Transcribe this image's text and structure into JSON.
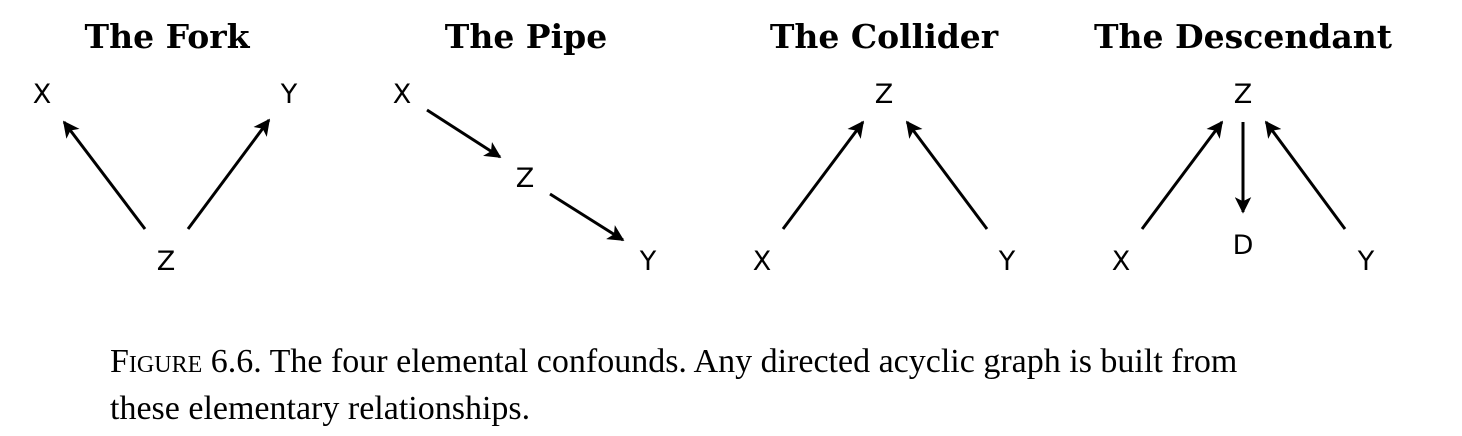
{
  "panels": [
    {
      "title": "The Fork",
      "nodes": {
        "x": "X",
        "y": "Y",
        "z": "Z"
      }
    },
    {
      "title": "The Pipe",
      "nodes": {
        "x": "X",
        "y": "Y",
        "z": "Z"
      }
    },
    {
      "title": "The Collider",
      "nodes": {
        "x": "X",
        "y": "Y",
        "z": "Z"
      }
    },
    {
      "title": "The Descendant",
      "nodes": {
        "x": "X",
        "y": "Y",
        "z": "Z",
        "d": "D"
      }
    }
  ],
  "caption": {
    "label": "Figure 6.6.",
    "text": "The four elemental confounds.  Any directed acyclic graph is built from these elementary relationships."
  }
}
